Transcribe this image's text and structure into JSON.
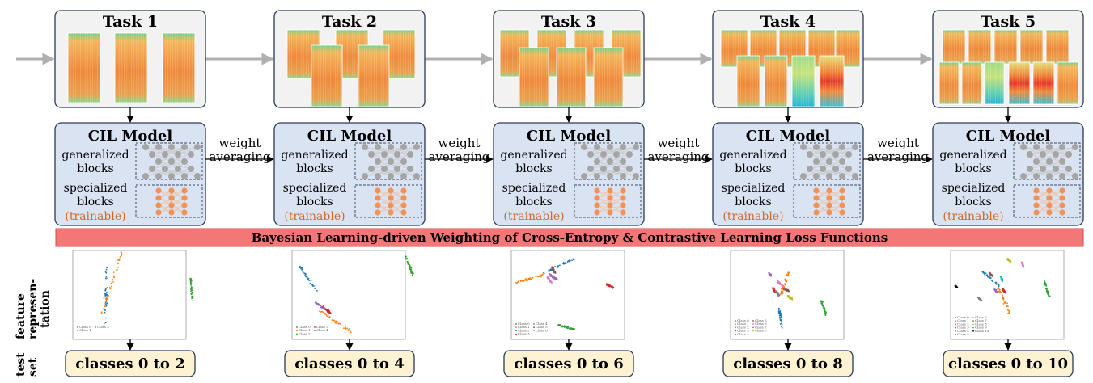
{
  "tasks": [
    {
      "title": "Task 1",
      "test_set": "classes 0 to 2",
      "legend": [
        "Class 0",
        "Class 1",
        "Class 2"
      ]
    },
    {
      "title": "Task 2",
      "test_set": "classes 0 to 4",
      "legend": [
        "Class 0",
        "Class 1",
        "Class 2",
        "Class 3",
        "Class 4"
      ]
    },
    {
      "title": "Task 3",
      "test_set": "classes 0 to 6",
      "legend": [
        "Class 0",
        "Class 1",
        "Class 2",
        "Class 3",
        "Class 4",
        "Class 5",
        "Class 6"
      ]
    },
    {
      "title": "Task 4",
      "test_set": "classes 0 to 8",
      "legend": [
        "Class 0",
        "Class 1",
        "Class 2",
        "Class 3",
        "Class 4",
        "Class 5",
        "Class 6",
        "Class 7",
        "Class 8"
      ]
    },
    {
      "title": "Task 5",
      "test_set": "classes 0 to 10",
      "legend": [
        "Class 0",
        "Class 1",
        "Class 2",
        "Class 3",
        "Class 4",
        "Class 5",
        "Class 6",
        "Class 7",
        "Class 8",
        "Class 9",
        "Class 10"
      ]
    }
  ],
  "model": {
    "title": "CIL Model",
    "generalized_line1": "generalized",
    "generalized_line2": "blocks",
    "specialized_line1": "specialized",
    "specialized_line2": "blocks",
    "trainable": "(trainable)"
  },
  "weight_averaging": {
    "line1": "weight",
    "line2": "averaging"
  },
  "banner": "Bayesian Learning-driven Weighting of Cross-Entropy & Contrastive Learning Loss Functions",
  "side_labels": {
    "feature": [
      "feature",
      "represen-",
      "tation"
    ],
    "test": [
      "test",
      "set"
    ]
  },
  "colors": {
    "banner_fill": "#f47777",
    "task_fill": "#f2f2f2",
    "model_fill": "#dae3f2",
    "test_fill": "#fdf3d2",
    "trainable": "#d0692b",
    "flow_arrow": "#b0b0b0",
    "class_colors": [
      "#1f77b4",
      "#ff7f0e",
      "#2ca02c",
      "#d62728",
      "#9467bd",
      "#8c564b",
      "#e377c2",
      "#7f7f7f",
      "#bcbd22",
      "#17becf",
      "#000000"
    ]
  }
}
